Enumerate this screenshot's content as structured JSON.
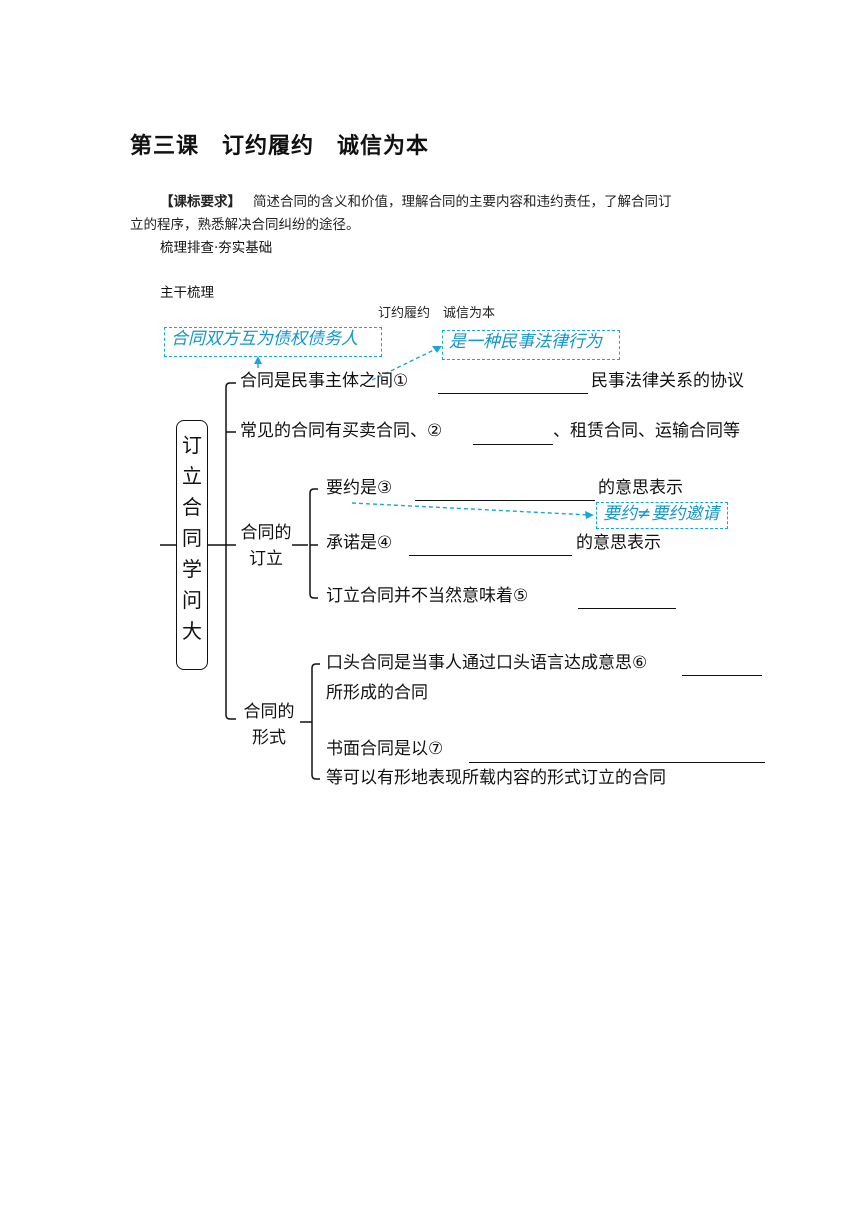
{
  "title": "第三课　订约履约　诚信为本",
  "requirement": {
    "label": "【课标要求】",
    "text_line1": "简述合同的含义和价值，理解合同的主要内容和违约责任，了解合同订",
    "text_line2": "立的程序，熟悉解决合同纠纷的途径。"
  },
  "section_review": "梳理排查·夯实基础",
  "section_main": "主干梳理",
  "diagram": {
    "caption": "订约履约　诚信为本",
    "root_chars": [
      "订",
      "立",
      "合",
      "同",
      "学",
      "问",
      "大"
    ],
    "branch1": {
      "line1_prefix": "合同是民事主体之间①",
      "line1_suffix": "民事法律关系的协议",
      "line2_prefix": "常见的合同有买卖合同、②",
      "line2_suffix": "、租赁合同、运输合同等"
    },
    "branch2": {
      "label_line1": "合同的",
      "label_line2": "订立",
      "item1_prefix": "要约是③",
      "item1_suffix": "的意思表示",
      "item2_prefix": "承诺是④",
      "item2_suffix": "的意思表示",
      "item3_prefix": "订立合同并不当然意味着⑤"
    },
    "branch3": {
      "label_line1": "合同的",
      "label_line2": "形式",
      "item1_line1": "口头合同是当事人通过口头语言达成意思⑥",
      "item1_line2": "所形成的合同",
      "item2_line1": "书面合同是以⑦",
      "item2_line2": "等可以有形地表现所载内容的形式订立的合同"
    },
    "notes": {
      "note1": "合同双方互为债权债务人",
      "note2": "是一种民事法律行为",
      "note3": "要约≠要约邀请"
    },
    "colors": {
      "note_blue": "#1aa6d8",
      "line_black": "#111111"
    }
  }
}
